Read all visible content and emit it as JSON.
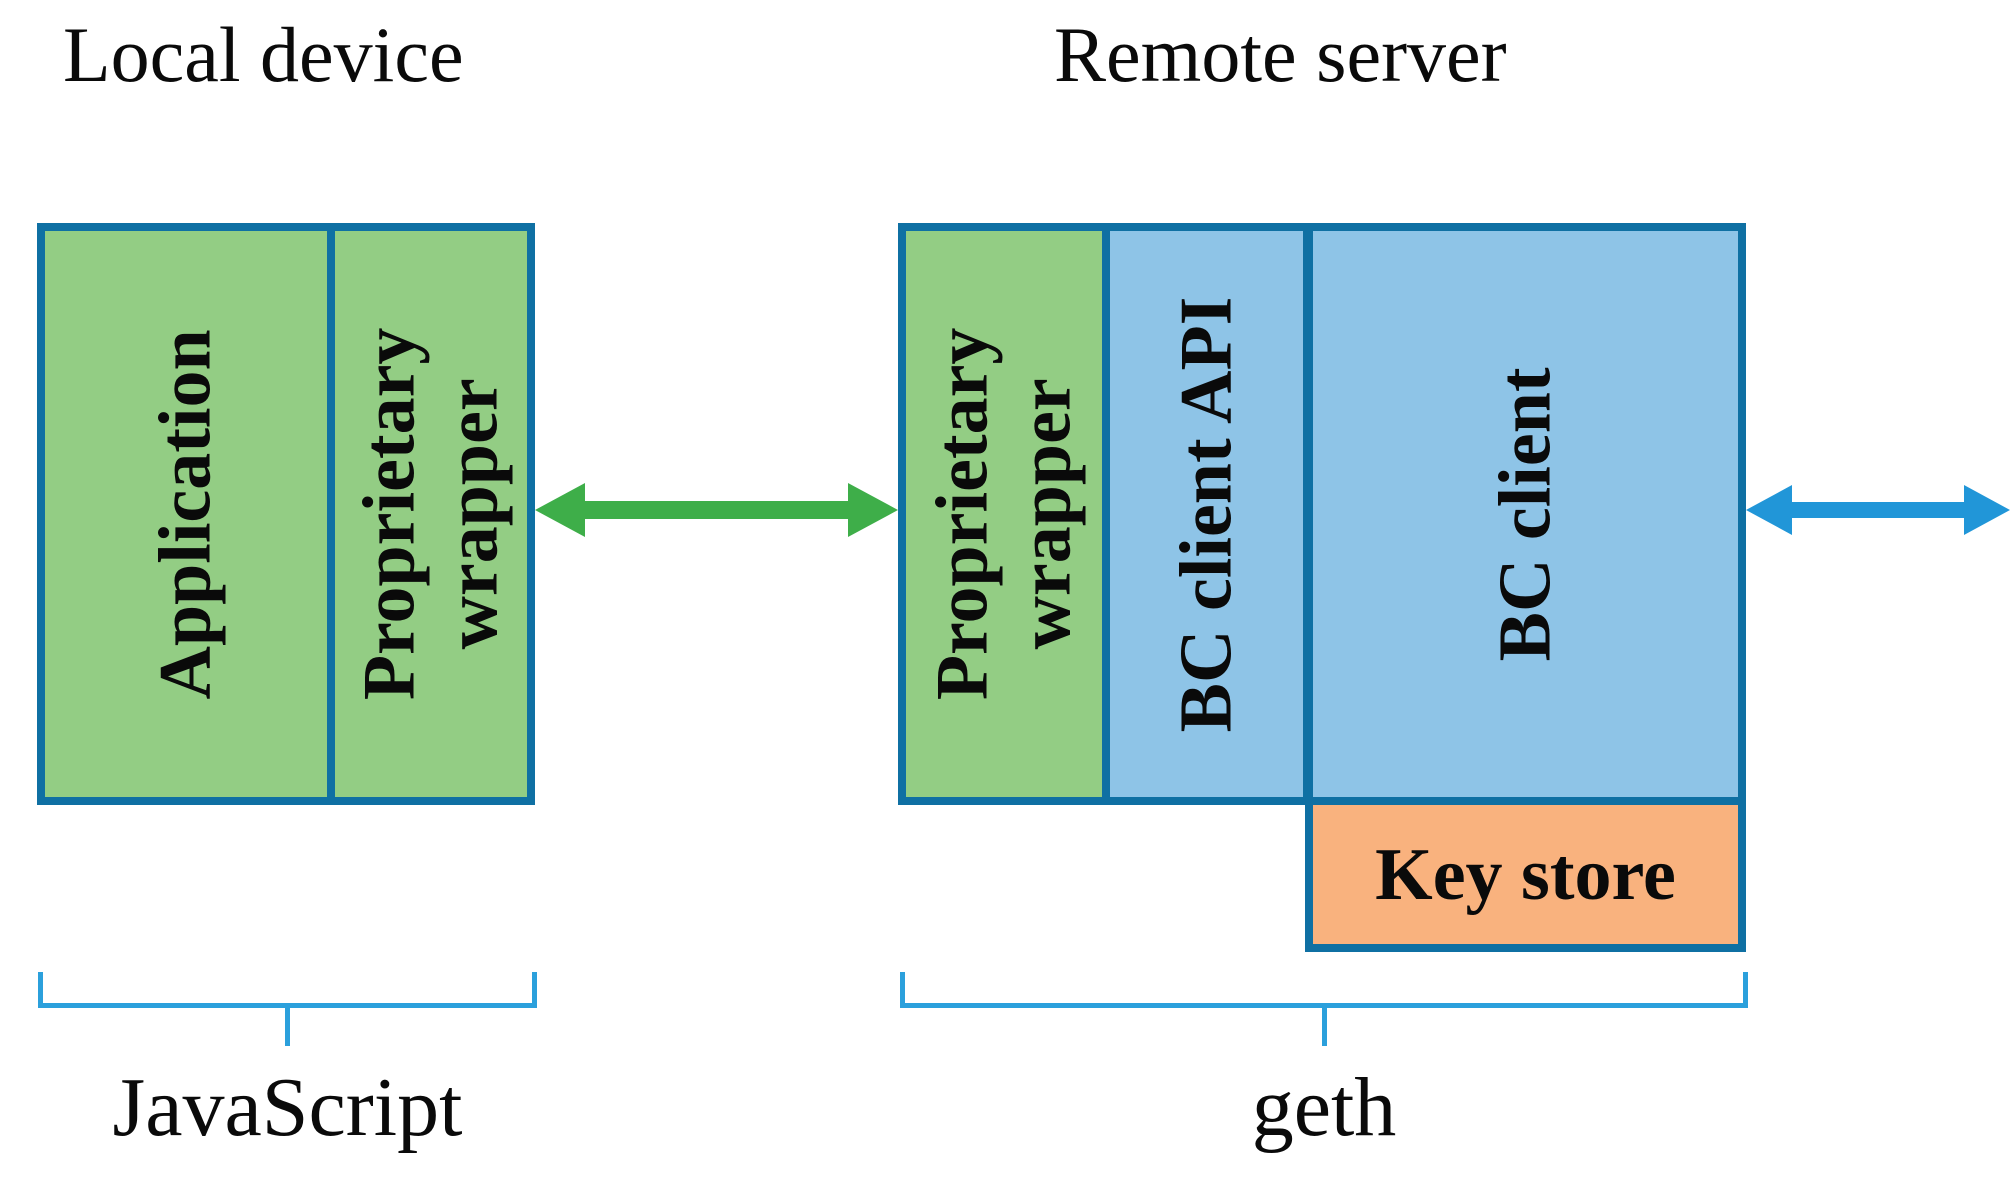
{
  "titles": {
    "local": "Local device",
    "remote": "Remote server"
  },
  "local_group": {
    "boxes": [
      {
        "label": "Application"
      },
      {
        "label": "Proprietary wrapper"
      }
    ],
    "caption": "JavaScript"
  },
  "remote_group": {
    "boxes": [
      {
        "label": "Proprietary wrapper"
      },
      {
        "label": "BC client API"
      },
      {
        "label": "BC client"
      }
    ],
    "keystore_label": "Key store",
    "caption": "geth"
  },
  "colors": {
    "box_border": "#0f70a3",
    "green_fill": "#93cd84",
    "blue_fill": "#8ec4e7",
    "orange_fill": "#f9b27e",
    "arrow_green": "#3eae49",
    "arrow_blue": "#2196d8",
    "bracket_blue": "#2ba0dc",
    "text": "#0a0a0a"
  }
}
